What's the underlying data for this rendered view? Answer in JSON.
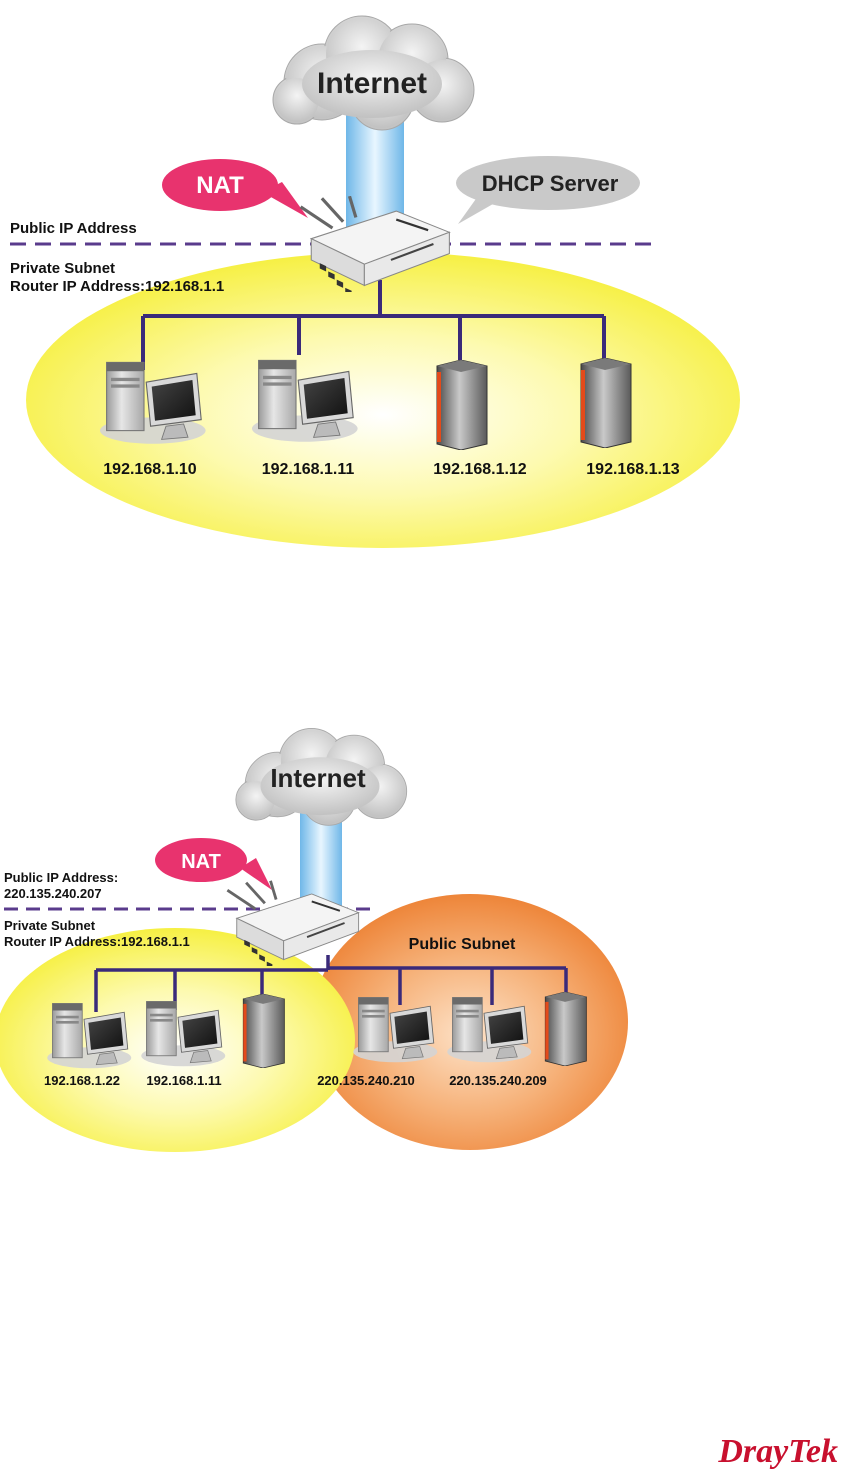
{
  "diagram1": {
    "cloud_label": "Internet",
    "nat_bubble": "NAT",
    "dhcp_bubble": "DHCP Server",
    "public_ip_label": "Public IP Address",
    "private_subnet_label": "Private Subnet",
    "router_ip_label": "Router IP Address:192.168.1.1",
    "hosts": [
      "192.168.1.10",
      "192.168.1.11",
      "192.168.1.12",
      "192.168.1.13"
    ]
  },
  "diagram2": {
    "cloud_label": "Internet",
    "nat_bubble": "NAT",
    "public_ip_label": "Public IP Address:",
    "public_ip_value": "220.135.240.207",
    "private_subnet_label": "Private Subnet",
    "router_ip_label": "Router IP Address:192.168.1.1",
    "public_subnet_label": "Public Subnet",
    "private_hosts": [
      "192.168.1.22",
      "192.168.1.11"
    ],
    "public_hosts": [
      "220.135.240.210",
      "220.135.240.209"
    ]
  },
  "footer": {
    "logo": "DrayTek"
  },
  "colors": {
    "private_subnet": "#f7f043",
    "public_subnet": "#ef8a3c",
    "nat_bubble": "#e8336e",
    "dhcp_bubble": "#c9c9c9",
    "dashed_line": "#5a3b8c",
    "network_line": "#3a2a7a",
    "logo": "#c8102e"
  }
}
